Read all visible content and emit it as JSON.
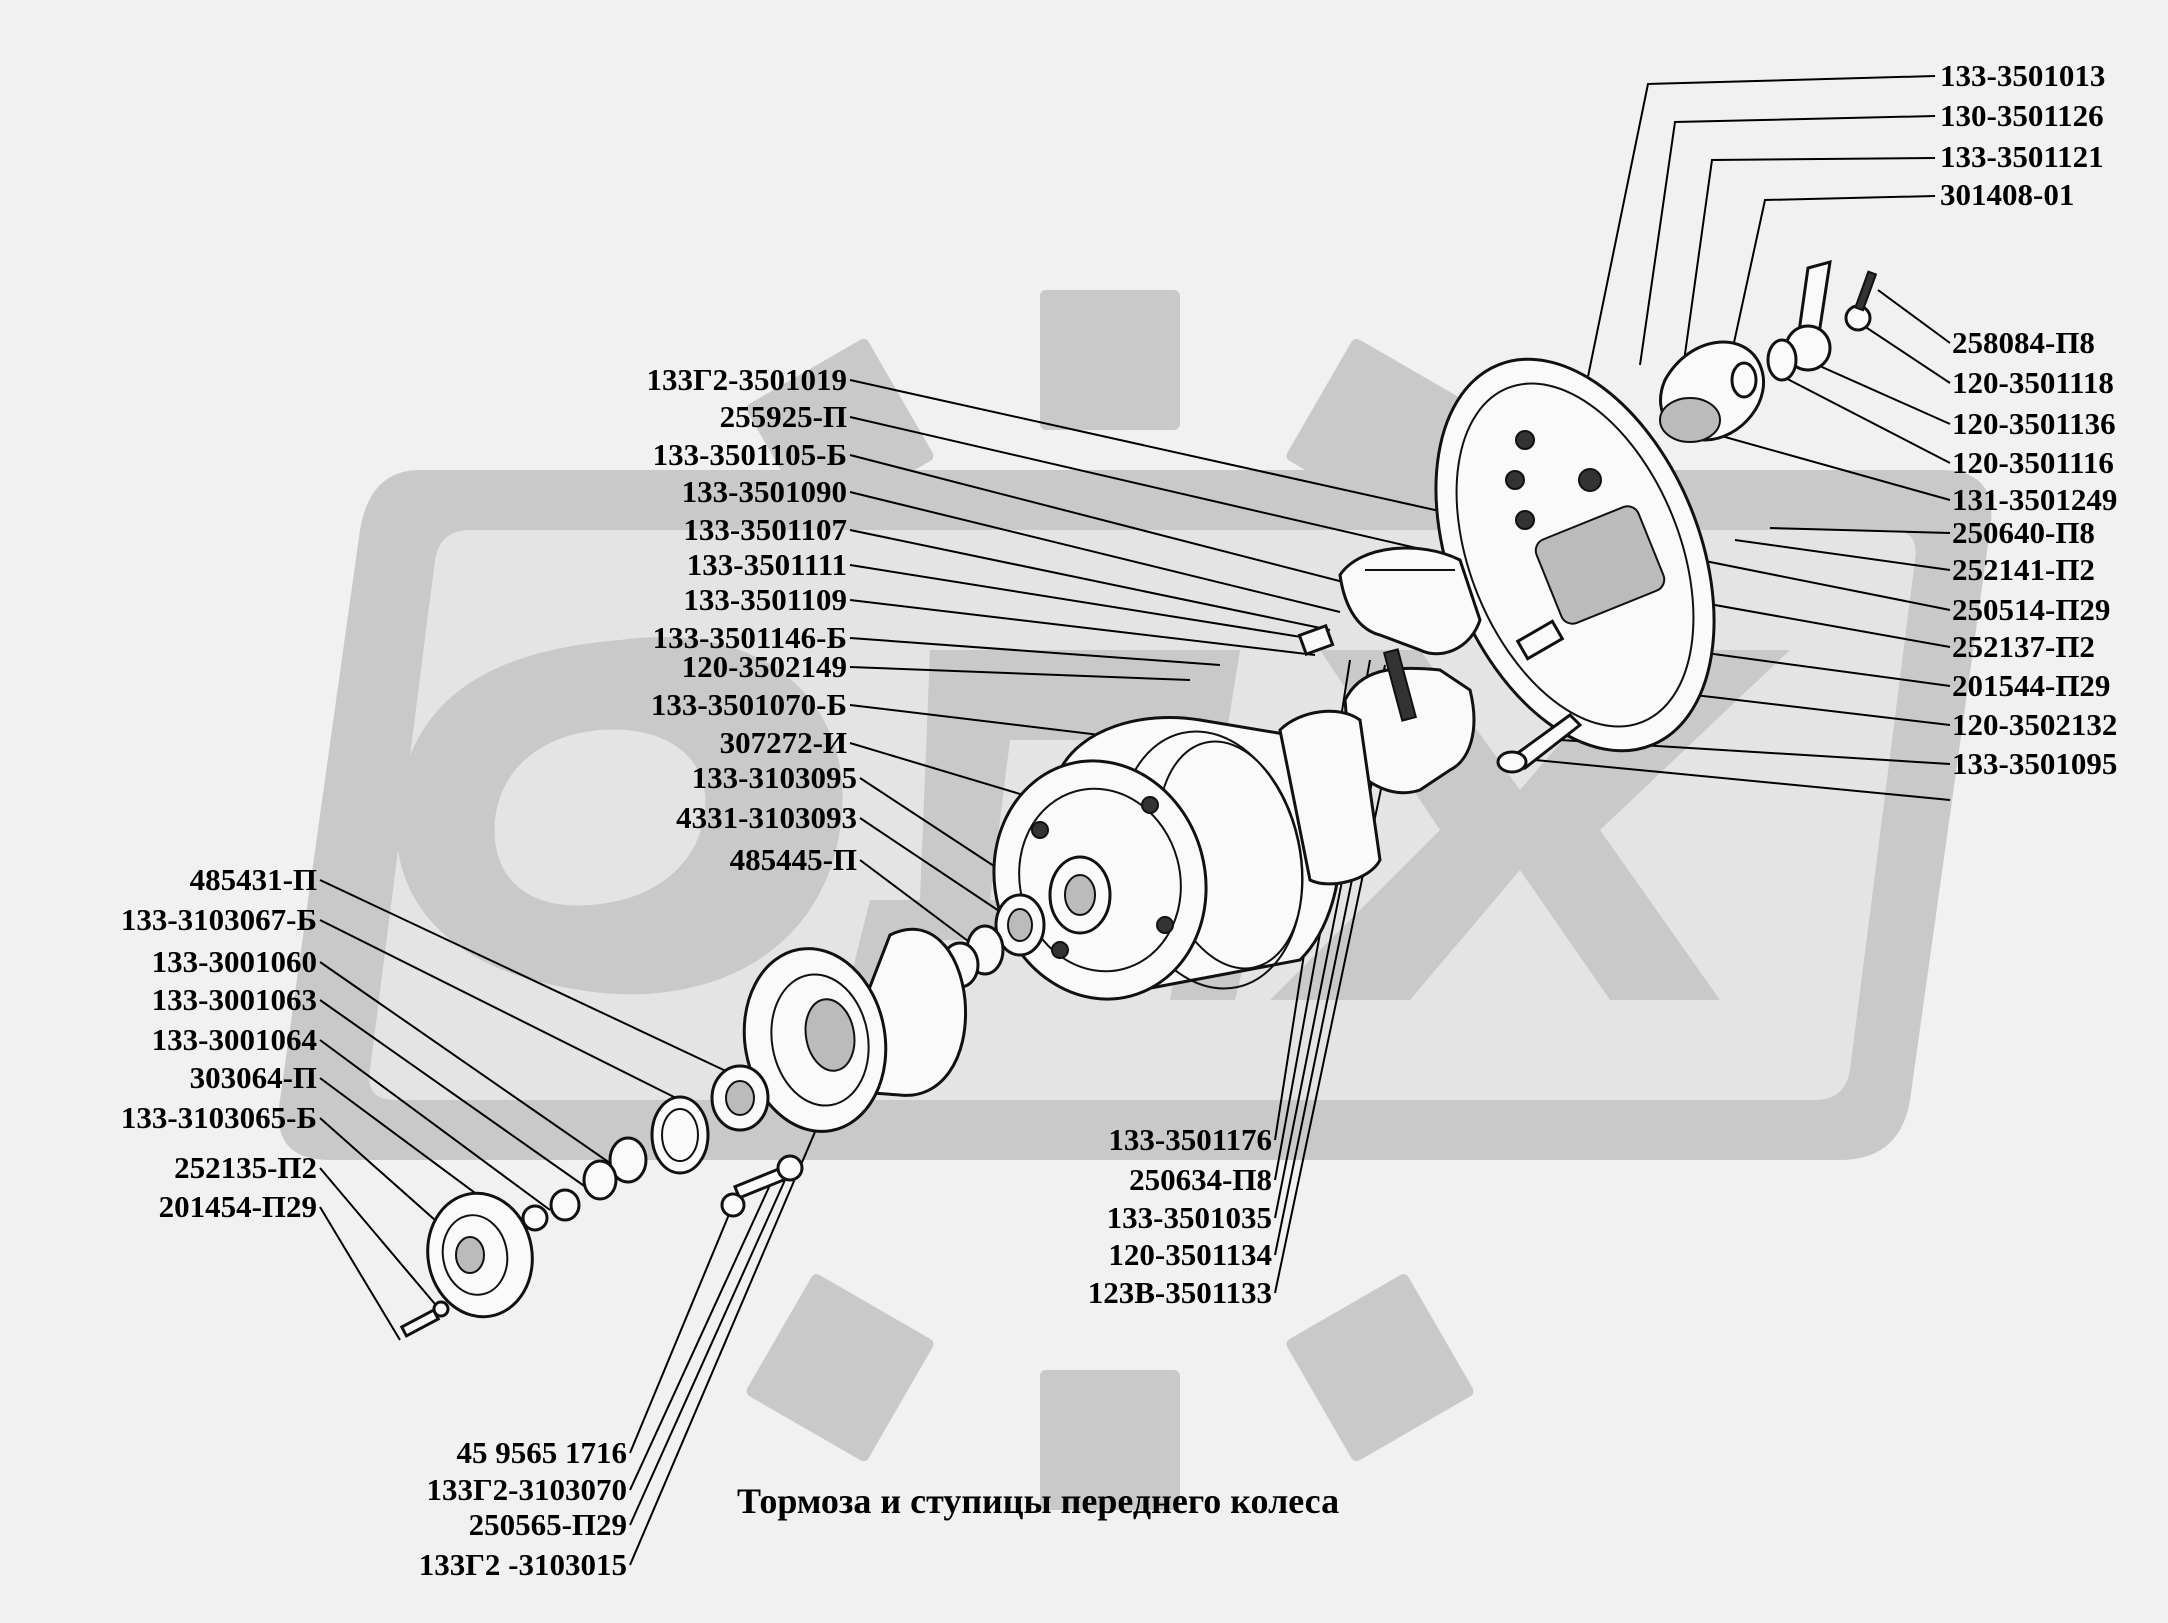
{
  "caption": "Тормоза и ступицы переднего колеса",
  "labels": {
    "l01": "133-3501013",
    "l02": "130-3501126",
    "l03": "133-3501121",
    "l04": "301408-01",
    "l05": "258084-П8",
    "l06": "120-3501118",
    "l07": "120-3501136",
    "l08": "120-3501116",
    "l09": "131-3501249",
    "l10": "250640-П8",
    "l11": "252141-П2",
    "l12": "250514-П29",
    "l13": "252137-П2",
    "l14": "201544-П29",
    "l15": "120-3502132",
    "l16": "133-3501095",
    "l17": "133Г2-3501019",
    "l18": "255925-П",
    "l19": "133-3501105-Б",
    "l20": "133-3501090",
    "l21": "133-3501107",
    "l22": "133-3501111",
    "l23": "133-3501109",
    "l24": "133-3501146-Б",
    "l25": "120-3502149",
    "l26": "133-3501070-Б",
    "l27": "307272-И",
    "l28": "133-3103095",
    "l29": "4331-3103093",
    "l30": "485445-П",
    "l31": "485431-П",
    "l32": "133-3103067-Б",
    "l33": "133-3001060",
    "l34": "133-3001063",
    "l35": "133-3001064",
    "l36": "303064-П",
    "l37": "133-3103065-Б",
    "l38": "252135-П2",
    "l39": "201454-П29",
    "l40": "133-3501176",
    "l41": "250634-П8",
    "l42": "133-3501035",
    "l43": "120-3501134",
    "l44": "123В-3501133",
    "l45": "45 9565 1716",
    "l46": "133Г2-3103070",
    "l47": "250565-П29",
    "l48": "133Г2 -3103015"
  },
  "watermark_color": "#c9c9c9",
  "line_color": "#000000"
}
